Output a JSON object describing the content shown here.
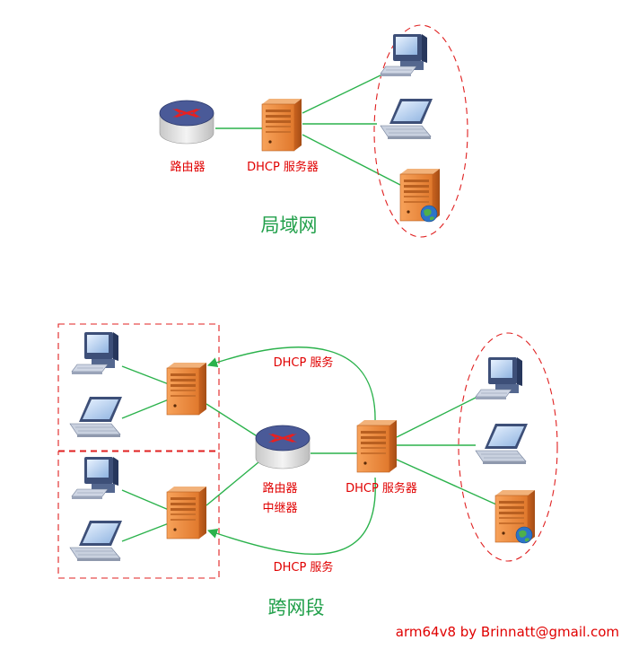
{
  "top_section": {
    "router_label": "路由器",
    "dhcp_server_label": "DHCP 服务器",
    "caption": "局域网"
  },
  "bottom_section": {
    "router_label_line1": "路由器",
    "router_label_line2": "中继器",
    "dhcp_server_label": "DHCP 服务器",
    "upper_arrow_label": "DHCP 服务",
    "lower_arrow_label": "DHCP 服务",
    "caption": "跨网段"
  },
  "credit": "arm64v8 by Brinnatt@gmail.com",
  "colors": {
    "link_green": "#2bb24c",
    "label_red": "#e00000",
    "caption_green": "#22a04b",
    "server_orange": "#e8843a"
  }
}
